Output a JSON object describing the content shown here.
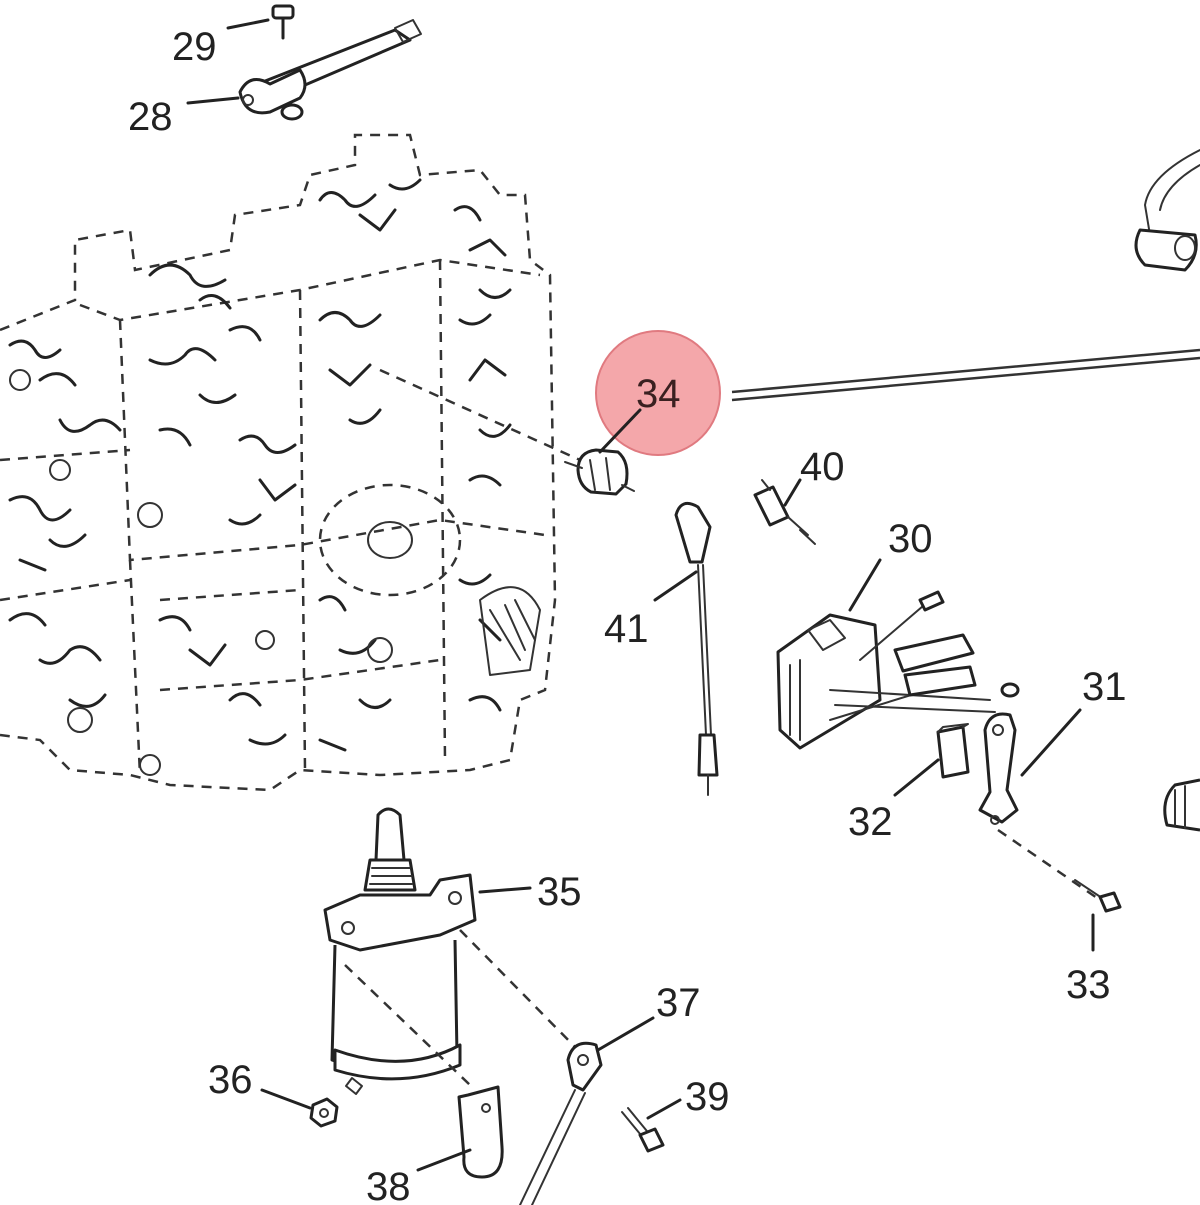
{
  "diagram": {
    "highlight_color": "#f4a7aa",
    "highlight_stroke": "#e07a80",
    "highlighted_part": "34",
    "callouts": {
      "c28": "28",
      "c29": "29",
      "c30": "30",
      "c31": "31",
      "c32": "32",
      "c33": "33",
      "c34": "34",
      "c35": "35",
      "c36": "36",
      "c37": "37",
      "c38": "38",
      "c39": "39",
      "c40": "40",
      "c41": "41"
    }
  }
}
